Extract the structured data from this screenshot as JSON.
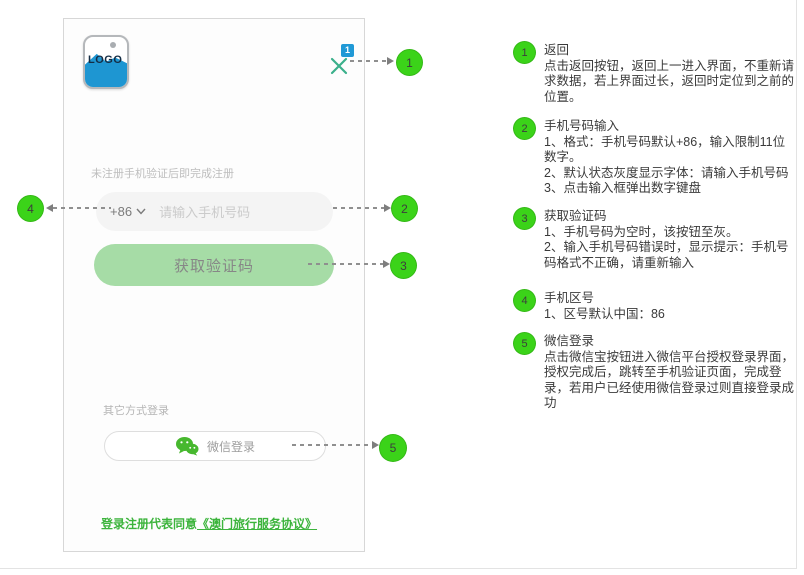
{
  "phone": {
    "logo_text": "LOGO",
    "close_badge_count": "1",
    "register_hint": "未注册手机验证后即完成注册",
    "country_code": "+86",
    "phone_placeholder": "请输入手机号码",
    "get_code_button": "获取验证码",
    "other_login_label": "其它方式登录",
    "wechat_button": "微信登录",
    "agreement_prefix": "登录注册代表同意",
    "agreement_link": "《澳门旅行服务协议》"
  },
  "callouts": [
    {
      "num": "1"
    },
    {
      "num": "2"
    },
    {
      "num": "3"
    },
    {
      "num": "4"
    },
    {
      "num": "5"
    }
  ],
  "annotations": [
    {
      "num": "1",
      "title": "返回",
      "lines": [
        "点击返回按钮，返回上一进入界面，不重新请求数据，若上界面过长，返回时定位到之前的位置。"
      ]
    },
    {
      "num": "2",
      "title": "手机号码输入",
      "lines": [
        "1、格式：手机号码默认+86，输入限制11位数字。",
        "2、默认状态灰度显示字体：请输入手机号码",
        "3、点击输入框弹出数字键盘"
      ]
    },
    {
      "num": "3",
      "title": "获取验证码",
      "lines": [
        "1、手机号码为空时，该按钮至灰。",
        "2、输入手机号码错误时，显示提示：手机号码格式不正确，请重新输入"
      ]
    },
    {
      "num": "4",
      "title": "手机区号",
      "lines": [
        "1、区号默认中国：86"
      ]
    },
    {
      "num": "5",
      "title": "微信登录",
      "lines": [
        "点击微信宝按钮进入微信平台授权登录界面，授权完成后，跳转至手机验证页面，完成登录，若用户已经使用微信登录过则直接登录成功"
      ]
    }
  ],
  "colors": {
    "callout_green": "#3bd319",
    "button_green": "#a6dca6",
    "wechat_green": "#47b82e",
    "close_teal": "#3bb08b",
    "badge_blue": "#2099d6",
    "link_green": "#3cb43c",
    "logo_blue": "#1e96d2"
  }
}
